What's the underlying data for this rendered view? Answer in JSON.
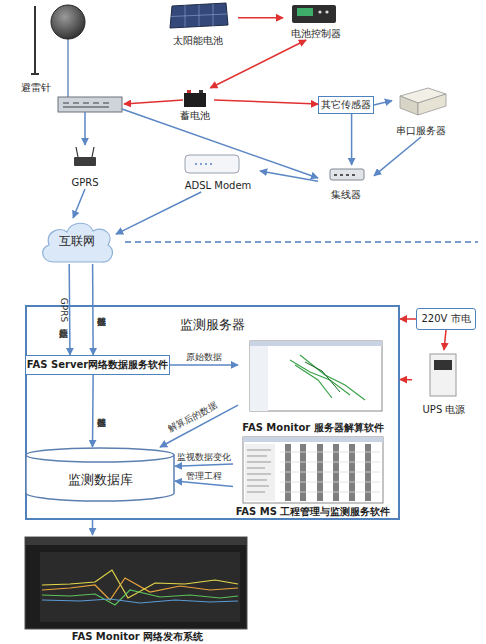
{
  "diagram": {
    "nodes": [
      {
        "text": [
          "避雷针"
        ]
      },
      {
        "text": [
          "太阳能电池"
        ]
      },
      {
        "text": [
          "电池控制器"
        ]
      },
      {
        "text": [
          "蓄电池"
        ]
      },
      {
        "text": [
          "其它传感器"
        ]
      },
      {
        "text": [
          "串口服务器"
        ]
      },
      {
        "text": [
          "GPRS"
        ]
      },
      {
        "text": [
          "ADSL Modem"
        ]
      },
      {
        "text": [
          "集线器"
        ]
      },
      {
        "text": [
          "互联网"
        ]
      },
      {
        "text": [
          "220V 市电"
        ]
      },
      {
        "text": [
          "监测服务器"
        ]
      },
      {
        "text": [
          "FAS Server网络数据服务软件"
        ],
        "in": 11
      },
      {
        "text": [
          "FAS Monitor 服务器解算软件"
        ],
        "in": 11
      },
      {
        "text": [
          "监测数据库"
        ],
        "in": 11
      },
      {
        "text": [
          "FAS MS 工程管理与监测服务软件"
        ],
        "in": 11
      },
      {
        "text": [
          "UPS 电源"
        ]
      },
      {
        "text": [
          "FAS Monitor 网络发布系统"
        ]
      }
    ],
    "edges": [
      {
        "from": 1,
        "to": 2,
        "arrow": "to"
      },
      {
        "from": 3,
        "to": 2,
        "arrow": "both"
      },
      {
        "from": 3,
        "to": 4,
        "arrow": "to"
      },
      {
        "from": 4,
        "to": 5,
        "arrow": "to"
      },
      {
        "from": 5,
        "to": 8,
        "arrow": "to"
      },
      {
        "from": 4,
        "to": 8,
        "arrow": "to"
      },
      {
        "from": 8,
        "to": 7,
        "arrow": "to"
      },
      {
        "from": 6,
        "to": 9,
        "arrow": "to"
      },
      {
        "from": 7,
        "to": 9,
        "arrow": "to"
      },
      {
        "from": 9,
        "to": 12,
        "label": "GPRS原始数据",
        "arrow": "to"
      },
      {
        "from": 9,
        "to": 12,
        "label": "传感器数据",
        "arrow": "to"
      },
      {
        "from": 12,
        "to": 13,
        "label": "原始数据",
        "arrow": "to"
      },
      {
        "from": 12,
        "to": 14,
        "label": "传感器数据",
        "arrow": "to"
      },
      {
        "from": 13,
        "to": 14,
        "label": "解算后的数据",
        "arrow": "to"
      },
      {
        "from": 15,
        "to": 14,
        "label": "监视数据变化",
        "arrow": "to"
      },
      {
        "from": 15,
        "to": 14,
        "label": "管理工程",
        "arrow": "to"
      },
      {
        "from": 10,
        "to": 11,
        "arrow": "to"
      },
      {
        "from": 10,
        "to": 16,
        "arrow": "to"
      },
      {
        "from": 16,
        "to": 11,
        "arrow": "to"
      },
      {
        "from": 11,
        "to": 17,
        "arrow": "to"
      }
    ]
  }
}
